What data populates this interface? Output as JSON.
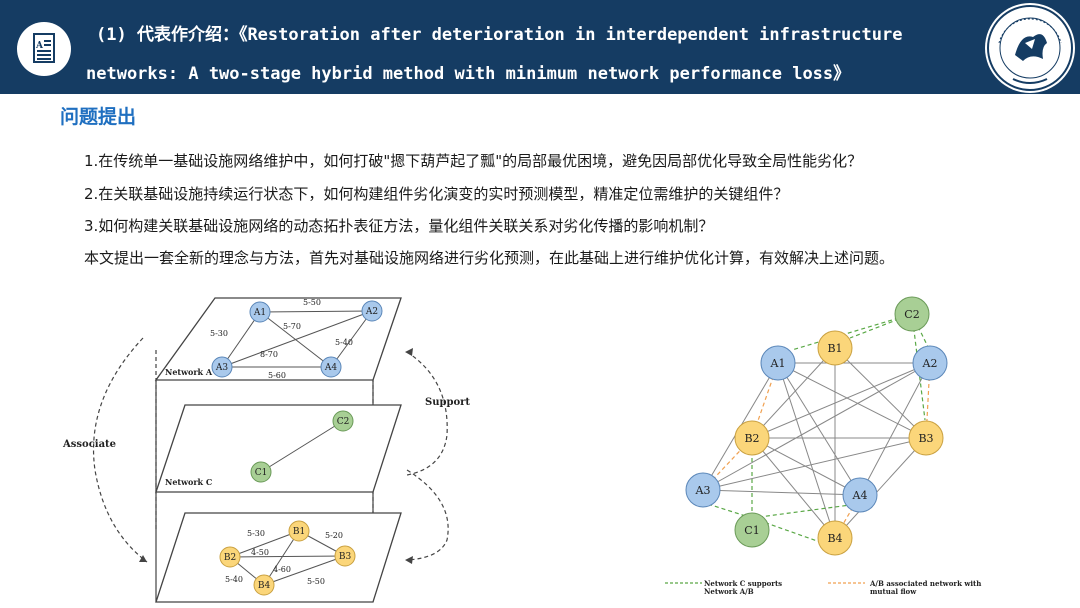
{
  "header": {
    "line1": "(1) 代表作介绍：《Restoration after deterioration in interdependent infrastructure",
    "line2": "networks: A two-stage hybrid method with minimum network performance loss》",
    "seal_text": "CENTRAL UNIVERSITY OF FINANCE AND ECONOMICS",
    "seal_chinese": "中央财经大学"
  },
  "section": {
    "title": "问题提出"
  },
  "paragraphs": [
    "1.在传统单一基础设施网络维护中，如何打破\"摁下葫芦起了瓢\"的局部最优困境，避免因局部优化导致全局性能劣化？",
    "2.在关联基础设施持续运行状态下，如何构建组件劣化演变的实时预测模型，精准定位需维护的关键组件？",
    "3.如何构建关联基础设施网络的动态拓扑表征方法，量化组件关联关系对劣化传播的影响机制？",
    "本文提出一套全新的理念与方法，首先对基础设施网络进行劣化预测，在此基础上进行维护优化计算，有效解决上述问题。"
  ],
  "left_figure": {
    "network_a": {
      "label": "Network A",
      "nodes": [
        "A1",
        "A2",
        "A3",
        "A4"
      ],
      "edges": [
        "5-50",
        "5-70",
        "5-30",
        "8-70",
        "5-40",
        "5-60"
      ]
    },
    "network_c": {
      "label": "Network C",
      "nodes": [
        "C2",
        "C1"
      ]
    },
    "network_b": {
      "nodes": [
        "B1",
        "B2",
        "B3",
        "B4"
      ],
      "edges": [
        "5-30",
        "5-20",
        "4-50",
        "4-60",
        "5-40",
        "5-50"
      ]
    },
    "support_label": "Support",
    "associate_label": "Associate"
  },
  "right_figure": {
    "nodes": [
      "C2",
      "A1",
      "B1",
      "A2",
      "B2",
      "B3",
      "A3",
      "A4",
      "C1",
      "B4"
    ],
    "legend_support": [
      "Network C supports",
      "Network A/B"
    ],
    "legend_mutual": [
      "A/B associated network with",
      "mutual flow"
    ]
  },
  "colors": {
    "header_bg": "#153c63",
    "title_blue": "#1f6fc0",
    "node_blue": "#a9c9ec",
    "node_green": "#a8cf95",
    "node_yellow": "#fbd67a",
    "dash_green": "#5aa846",
    "dash_orange": "#f0a050"
  }
}
